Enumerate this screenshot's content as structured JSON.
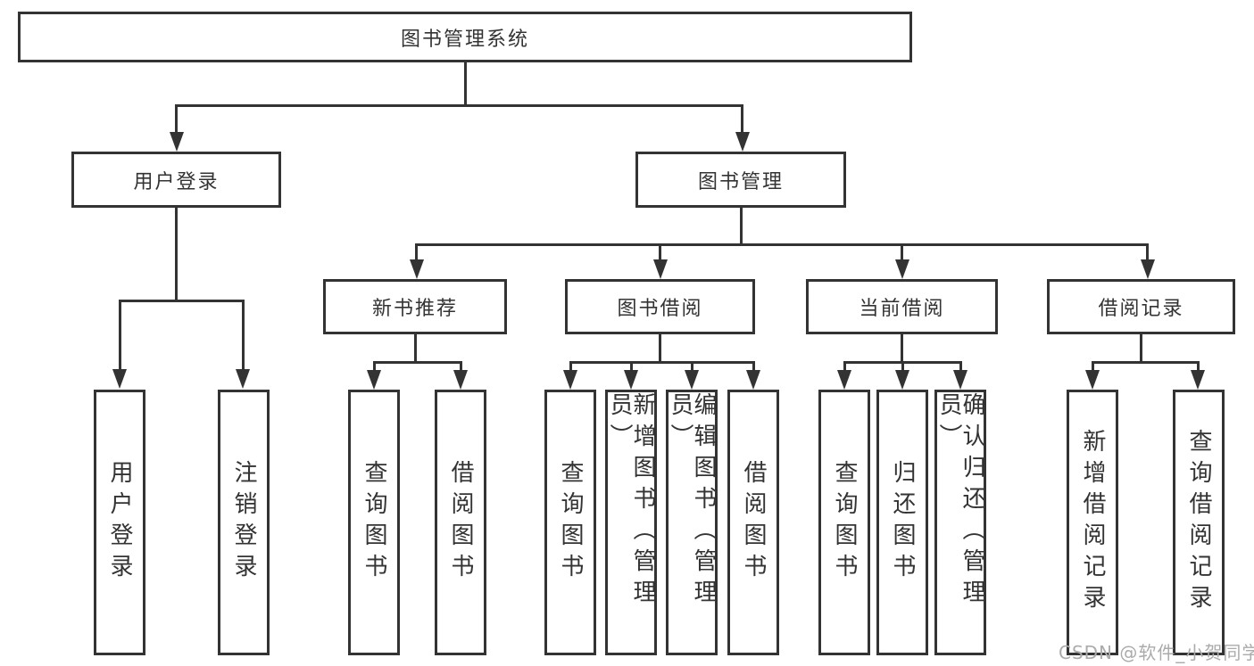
{
  "colors": {
    "background": "#ffffff",
    "line": "#333333",
    "box_border": "#333333",
    "text": "#333333",
    "watermark": "#ababab"
  },
  "watermark": {
    "text": "CSDN @软件_小贺同学"
  },
  "tree": {
    "label": "图书管理系统",
    "children": [
      {
        "label": "用户登录",
        "children": [
          {
            "label": "用户登录"
          },
          {
            "label": "注销登录"
          }
        ]
      },
      {
        "label": "图书管理",
        "children": [
          {
            "label": "新书推荐",
            "children": [
              {
                "label": "查询图书"
              },
              {
                "label": "借阅图书"
              }
            ]
          },
          {
            "label": "图书借阅",
            "children": [
              {
                "label": "查询图书"
              },
              {
                "label": "新增图书（管理员）"
              },
              {
                "label": "编辑图书（管理员）"
              },
              {
                "label": "借阅图书"
              }
            ]
          },
          {
            "label": "当前借阅",
            "children": [
              {
                "label": "查询图书"
              },
              {
                "label": "归还图书"
              },
              {
                "label": "确认归还（管理员）"
              }
            ]
          },
          {
            "label": "借阅记录",
            "children": [
              {
                "label": "新增借阅记录"
              },
              {
                "label": "查询借阅记录"
              }
            ]
          }
        ]
      }
    ]
  }
}
